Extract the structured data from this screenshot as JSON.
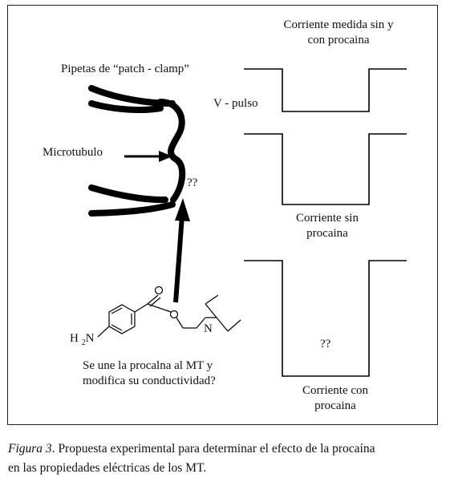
{
  "figure": {
    "labels": {
      "current_measured_line1": "Corriente medida sin y",
      "current_measured_line2": "con procaina",
      "pipettes": "Pipetas de “patch - clamp”",
      "v_pulse": "V - pulso",
      "microtubule": "Microtubulo",
      "question_mt": "??",
      "current_without_line1": "Corriente sin",
      "current_without_line2": "procaina",
      "amine_h": "H",
      "amine_sub": "2",
      "amine_n": "N",
      "tertiary_n": "N",
      "question_binding_line1": "Se une la procalna al MT y",
      "question_binding_line2": "modifica su conductividad?",
      "question_trace": "??",
      "current_with_line1": "Corriente con",
      "current_with_line2": "procaina"
    }
  },
  "caption": {
    "figure_label": "Figura 3",
    "text_line1": ". Propuesta experimental para determinar el efecto de la procaína",
    "text_line2": "en las propiedades eléctricas de los MT."
  }
}
